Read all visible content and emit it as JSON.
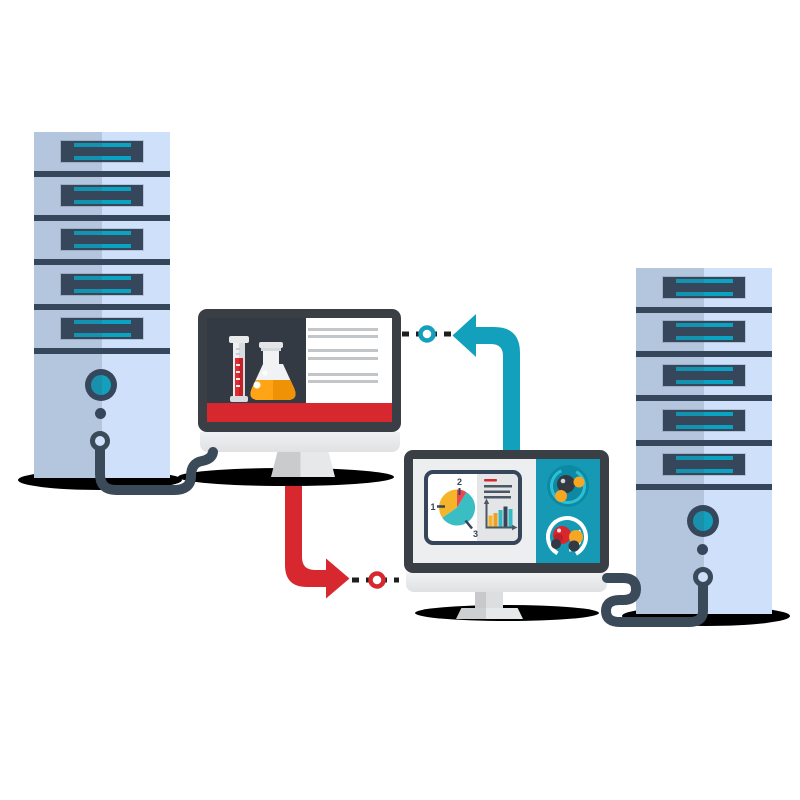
{
  "colors": {
    "teal": "#12a0bd",
    "teal_panel": "#1699b5",
    "teal_stripe": "#0aa3c2",
    "red": "#d7282f",
    "navy": "#36465b",
    "cable": "#3b4a59",
    "frame": "#3a3f46",
    "screen_dark": "#333a43",
    "server_light": "#cfe0fa",
    "server_shade": "#b7c6df",
    "line_gray": "#c3c6c9",
    "chin_gray": "#e6e7e8",
    "pie_yellow": "#f6b42b",
    "pie_teal": "#3bbdc4",
    "pie_red": "#e8484e",
    "atom_orange": "#f5a623",
    "flask_orange": "#ffa515",
    "shadow": "#000000"
  },
  "left_monitor": {
    "content": "chemistry-flask-and-test-tube",
    "doc_line_count": 6,
    "footer_color": "#d7282f"
  },
  "right_monitor": {
    "content": "analytics-dashboard-with-molecules",
    "chart_data": [
      {
        "type": "pie",
        "labels": [
          "1",
          "2",
          "3"
        ],
        "slices": [
          {
            "label": "1",
            "color": "#f6b42b",
            "pct": 35
          },
          {
            "label": "2",
            "color": "#e8484e",
            "pct": 9
          },
          {
            "label": "3",
            "color": "#3bbdc4",
            "pct": 56
          }
        ]
      },
      {
        "type": "bar",
        "values": [
          11,
          13.5,
          16.5,
          20,
          17.5
        ],
        "bar_colors": [
          "#f6b42b",
          "#ef9f24",
          "#32b9c3",
          "#36455a",
          "#32b9c3"
        ]
      }
    ]
  },
  "pie": {
    "labels": [
      "1",
      "2",
      "3"
    ]
  },
  "flow": {
    "up_arrow": "teal-arrow-from-right-monitor-to-left-monitor",
    "down_arrow": "red-arrow-from-left-monitor-to-right-monitor"
  }
}
